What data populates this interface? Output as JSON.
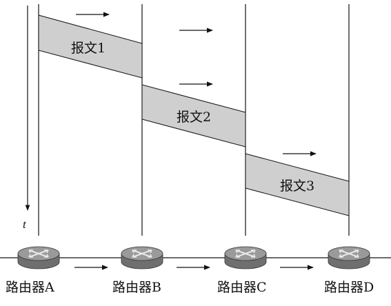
{
  "time_axis": {
    "label": "t"
  },
  "packets": [
    {
      "label": "报文1"
    },
    {
      "label": "报文2"
    },
    {
      "label": "报文3"
    }
  ],
  "routers": [
    {
      "label": "路由器A"
    },
    {
      "label": "路由器B"
    },
    {
      "label": "路由器C"
    },
    {
      "label": "路由器D"
    }
  ],
  "colors": {
    "packet_fill": "#cfcfcf",
    "line": "#111111",
    "router_body": "#6f6f6f",
    "router_top": "#9a9a9a"
  },
  "icons": {
    "router": "router-icon",
    "direction": "right-arrow-icon"
  }
}
